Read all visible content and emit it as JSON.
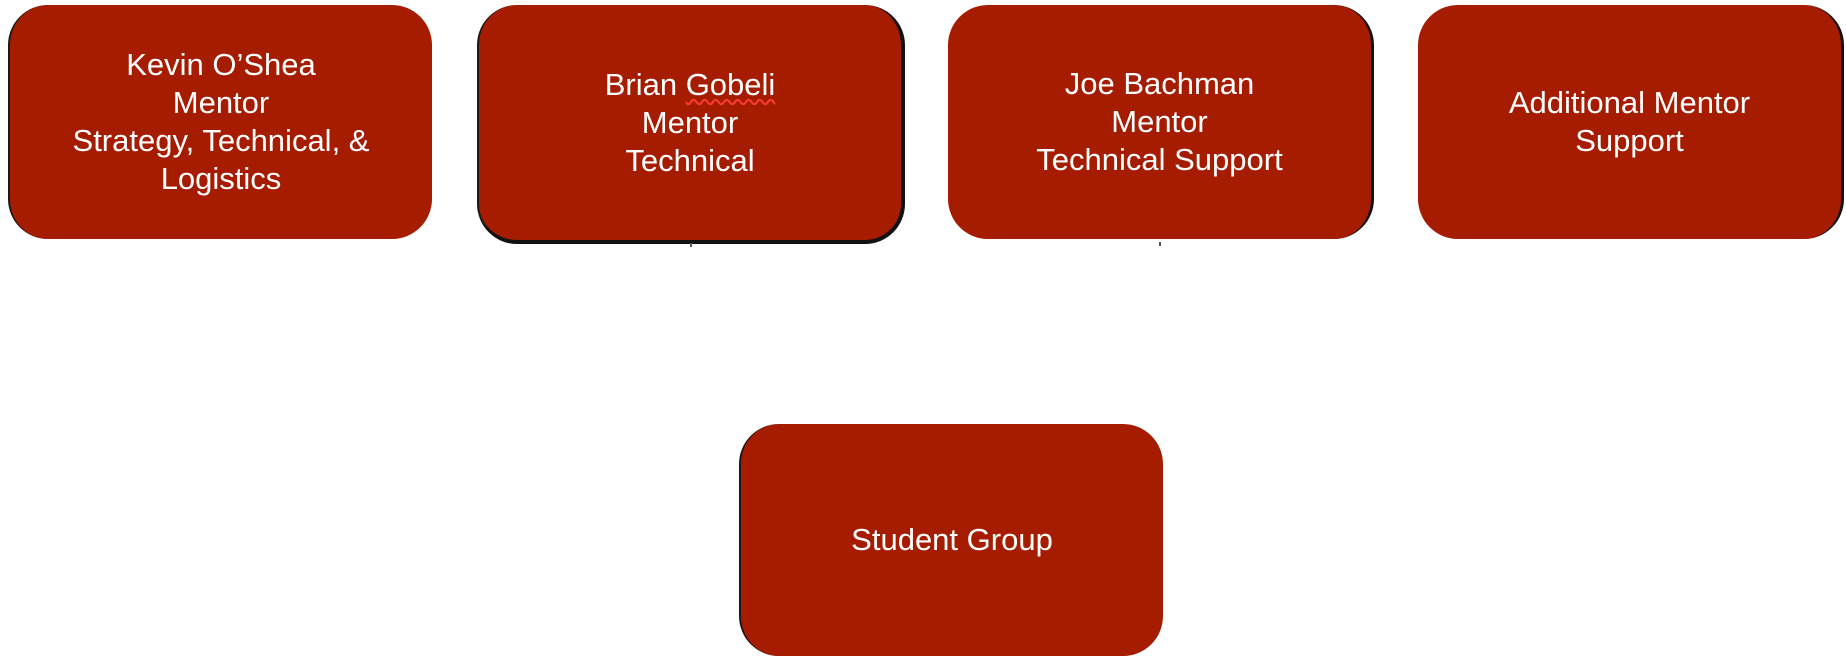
{
  "boxes": [
    {
      "lines": [
        "Kevin O’Shea",
        "Mentor",
        "Strategy, Technical, &",
        "Logistics"
      ]
    },
    {
      "name_first": "Brian ",
      "name_last": "Gobeli",
      "lines": [
        "Mentor",
        "Technical"
      ]
    },
    {
      "lines": [
        "Joe Bachman",
        "Mentor",
        "Technical Support"
      ]
    },
    {
      "lines": [
        "Additional Mentor",
        "Support"
      ]
    },
    {
      "lines": [
        "Student Group"
      ]
    }
  ],
  "colors": {
    "box_fill": "#a51c00",
    "box_text": "#ffffff",
    "spellcheck_underline": "#ff3b30"
  }
}
